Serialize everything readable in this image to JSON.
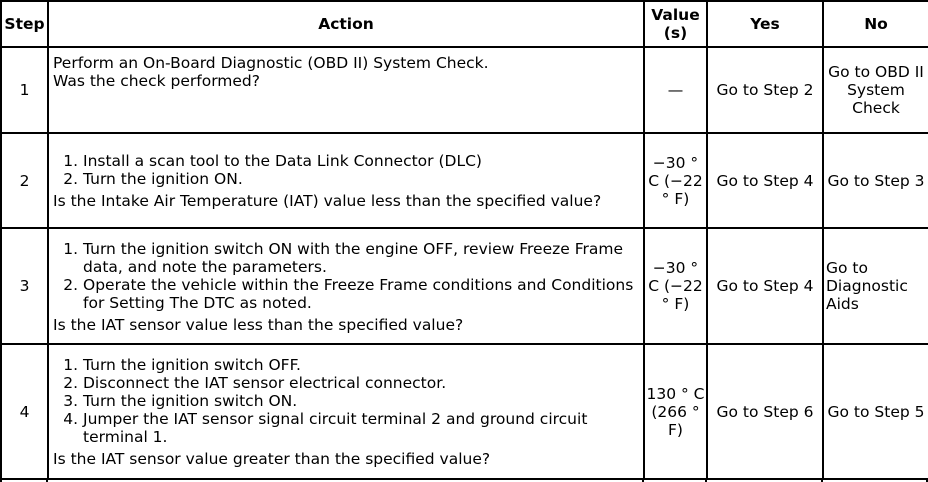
{
  "headers": {
    "step": "Step",
    "action": "Action",
    "value": "Value (s)",
    "yes": "Yes",
    "no": "No"
  },
  "rows": [
    {
      "step": "1",
      "lines": [
        "Perform an On-Board Diagnostic (OBD II) System Check.",
        "Was the check performed?"
      ],
      "value": "—",
      "yes": "Go to Step 2",
      "no": "Go to OBD II System Check"
    },
    {
      "step": "2",
      "items": [
        "Install a scan tool to the Data Link Connector (DLC)",
        "Turn the ignition ON."
      ],
      "question": "Is the Intake Air Temperature (IAT) value less than the specified value?",
      "value": "−30 ° C (−22 ° F)",
      "yes": "Go to Step 4",
      "no": "Go to Step 3"
    },
    {
      "step": "3",
      "items": [
        "Turn the ignition switch ON with the engine OFF, review Freeze Frame data, and note the parameters.",
        "Operate the vehicle within the Freeze Frame conditions and Conditions for Setting The DTC as noted."
      ],
      "question": "Is the IAT sensor value less than the specified value?",
      "value": "−30 ° C (−22 ° F)",
      "yes": "Go to Step 4",
      "no": "Go to Diagnostic Aids"
    },
    {
      "step": "4",
      "items": [
        "Turn the ignition switch OFF.",
        "Disconnect the IAT sensor electrical connector.",
        "Turn the ignition switch ON.",
        "Jumper the IAT sensor signal circuit terminal 2 and ground circuit terminal 1."
      ],
      "question": "Is the IAT sensor value greater than the specified value?",
      "value": "130 ° C (266 ° F)",
      "yes": "Go to Step 6",
      "no": "Go to Step 5"
    }
  ]
}
